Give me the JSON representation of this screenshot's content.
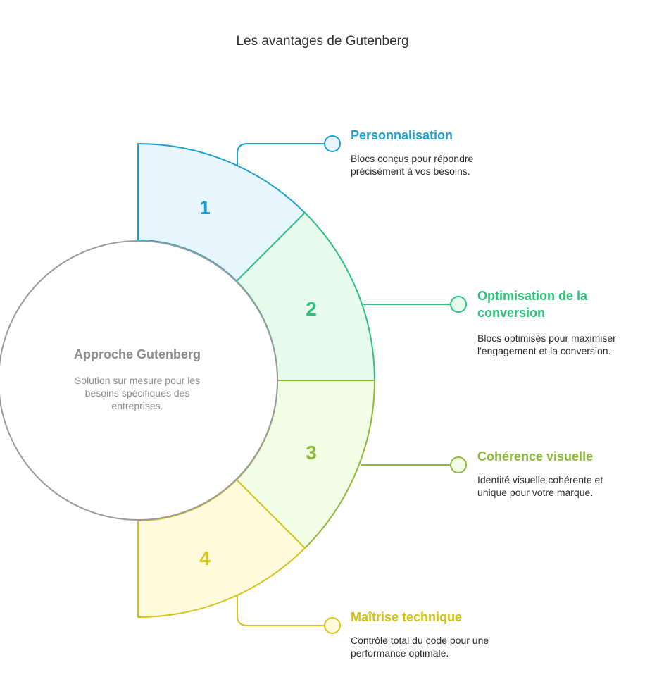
{
  "title": "Les avantages de Gutenberg",
  "center": {
    "title": "Approche Gutenberg",
    "description": "Solution sur mesure pour les besoins spécifiques des entreprises."
  },
  "segments": [
    {
      "number": "1",
      "title": "Personnalisation",
      "description": "Blocs conçus pour répondre précisément à vos besoins.",
      "stroke": "#1aa0d0",
      "fill": "#e7f6fd",
      "title_color": "#1aa0d0"
    },
    {
      "number": "2",
      "title": "Optimisation de la conversion",
      "description": "Blocs optimisés pour maximiser l'engagement et la conversion.",
      "stroke": "#2fc07d",
      "fill": "#e6fbee",
      "title_color": "#2fbf7a"
    },
    {
      "number": "3",
      "title": "Cohérence visuelle",
      "description": "Identité visuelle cohérente et unique pour votre marque.",
      "stroke": "#8cb83a",
      "fill": "#f3fce4",
      "title_color": "#8cb83a"
    },
    {
      "number": "4",
      "title": "Maîtrise technique",
      "description": "Contrôle total du code pour une performance optimale.",
      "stroke": "#d4c41c",
      "fill": "#fffadb",
      "title_color": "#d2c018"
    }
  ]
}
